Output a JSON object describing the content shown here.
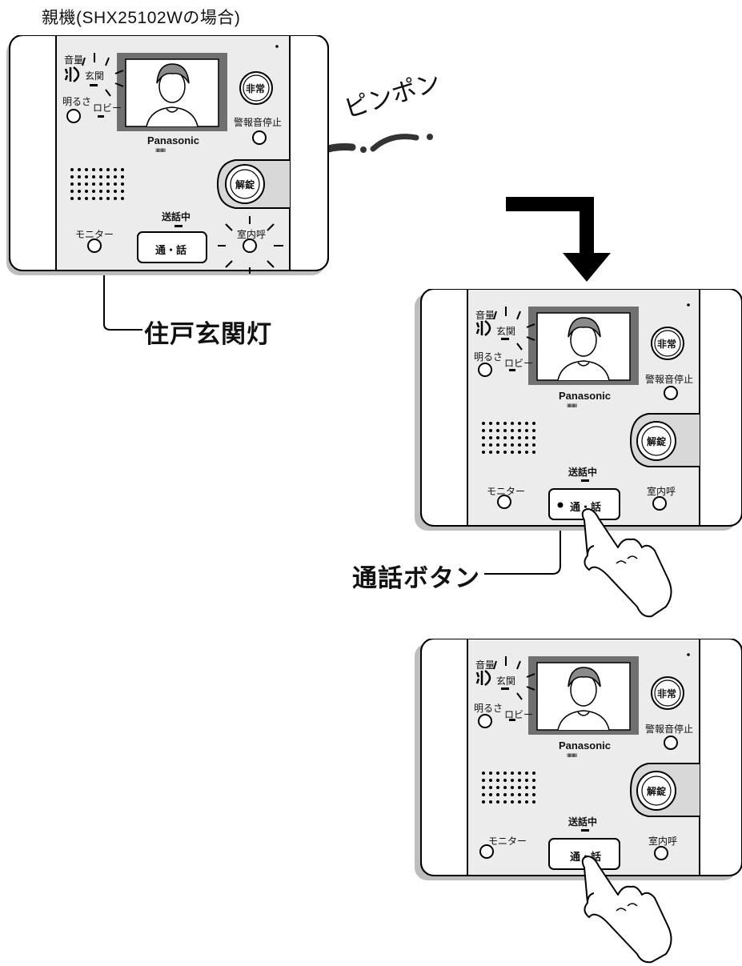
{
  "caption": "親機(SHX25102Wの場合)",
  "sound_text": "ピンポン",
  "callouts": {
    "entrance_light": "住戸玄関灯",
    "talk_button": "通話ボタン"
  },
  "panel": {
    "volume_label": "音量",
    "entrance_label": "玄関",
    "brightness_label": "明るさ",
    "lobby_label": "ロビー",
    "brand": "Panasonic",
    "emergency_button": "非常",
    "alarm_stop_label": "警報音停止",
    "unlock_button": "解錠",
    "talking_label": "送話中",
    "monitor_label": "モニター",
    "talk_button": "通・話",
    "room_call_label": "室内呼"
  },
  "icons": {
    "speaker": "speaker-volume-icon",
    "hand": "pointing-hand-icon",
    "arrow": "down-arrow-icon"
  }
}
